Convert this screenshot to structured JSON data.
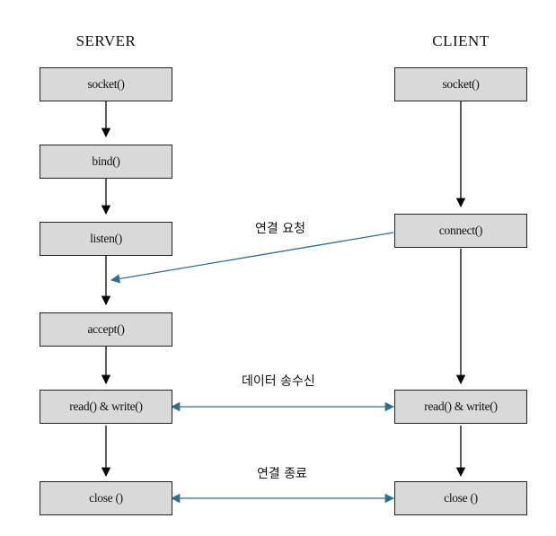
{
  "server": {
    "title": "SERVER",
    "steps": {
      "socket": "socket()",
      "bind": "bind()",
      "listen": "listen()",
      "accept": "accept()",
      "read_write": "read() & write()",
      "close": "close ()"
    }
  },
  "client": {
    "title": "CLIENT",
    "steps": {
      "socket": "socket()",
      "connect": "connect()",
      "read_write": "read() & write()",
      "close": "close ()"
    }
  },
  "edges": {
    "connect_request": "연결 요청",
    "data_exchange": "데이터 송수신",
    "close_connection": "연결 종료"
  },
  "colors": {
    "box_fill": "#d9d9d9",
    "box_border": "#222222",
    "flow_arrow": "#000000",
    "link_arrow": "#2e6f8e"
  }
}
